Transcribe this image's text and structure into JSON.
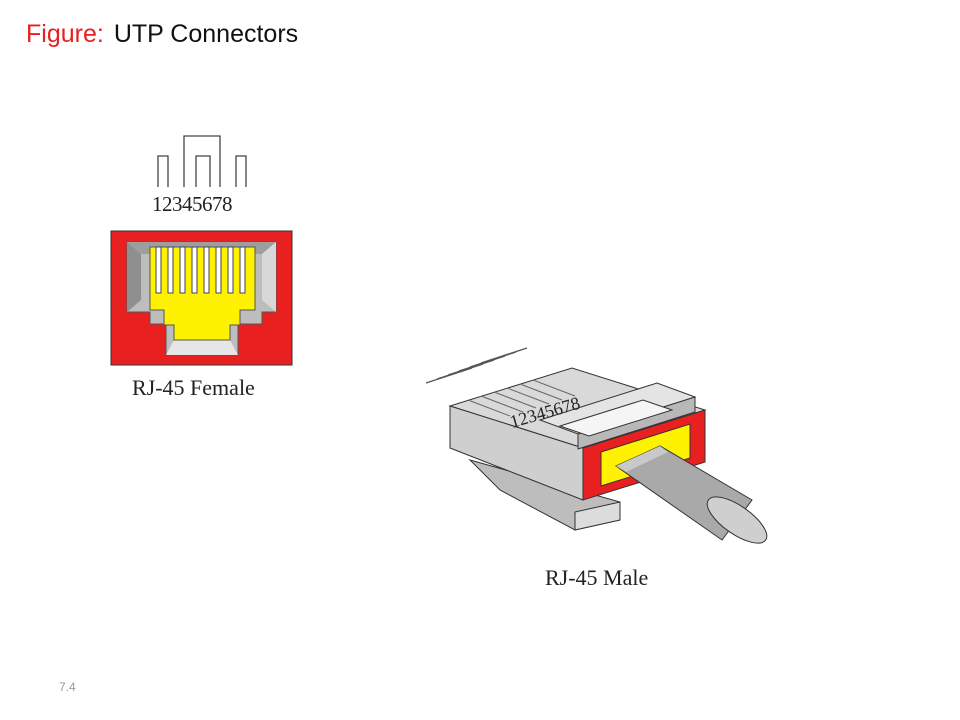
{
  "title": {
    "prefix": "Figure:",
    "text": "UTP Connectors"
  },
  "female": {
    "pin_numbers": "12345678",
    "label": "RJ-45 Female"
  },
  "male": {
    "pin_numbers": "12345678",
    "label": "RJ-45 Male"
  },
  "slide_number": "7.4",
  "colors": {
    "title_accent": "#e8201f",
    "red": "#e8201f",
    "yellow": "#fff200",
    "gray": "#c8c8c8",
    "dark_gray": "#9a9a9a"
  }
}
